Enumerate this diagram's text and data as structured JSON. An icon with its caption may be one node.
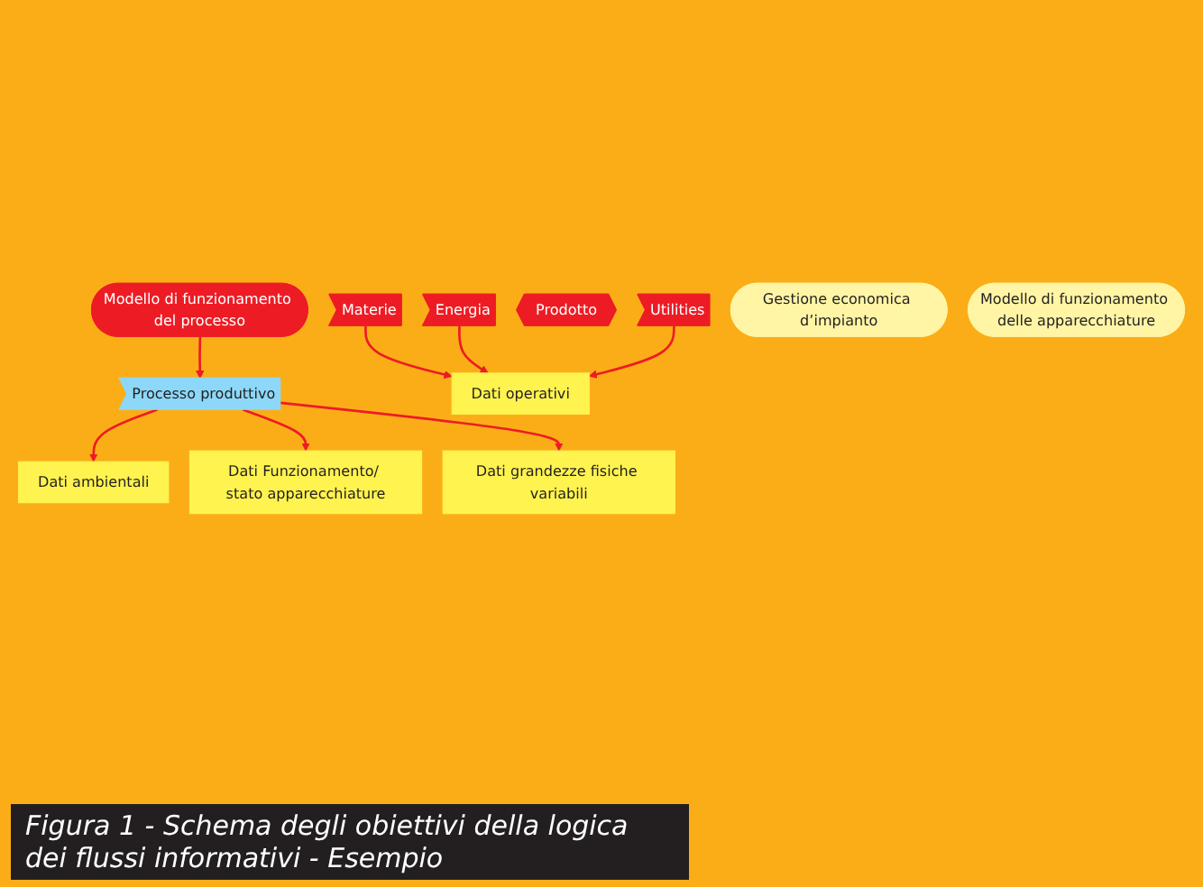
{
  "diagram": {
    "caption": "Figura 1 - Schema degli obiettivi della logica dei flussi informativi - Esempio",
    "nodes": [
      {
        "text": [
          "Materie"
        ]
      },
      {
        "text": [
          "Energia"
        ]
      },
      {
        "text": [
          "Utilities"
        ]
      },
      {
        "text": [
          "Processo produttivo"
        ]
      },
      {
        "text": [
          "Prodotto"
        ]
      },
      {
        "text": [
          "Dati operativi"
        ]
      },
      {
        "text": [
          "Dati ambientali"
        ]
      },
      {
        "text": [
          "Dati Funzionamento/ stato apparecchiature"
        ]
      },
      {
        "text": [
          "Dati grandezze fisiche variabili"
        ]
      },
      {
        "text": [
          "Modello di funzionamento del processo"
        ]
      },
      {
        "text": [
          "Gestione economica d’impianto"
        ]
      },
      {
        "text": [
          "Modello di funzionamento delle apparecchiature"
        ]
      }
    ],
    "edges": [
      {
        "from": 0,
        "to": 5,
        "arrow": "to"
      },
      {
        "from": 1,
        "to": 5,
        "arrow": "to"
      },
      {
        "from": 2,
        "to": 5,
        "arrow": "to"
      },
      {
        "from": 3,
        "to": 6,
        "arrow": "to"
      },
      {
        "from": 3,
        "to": 7,
        "arrow": "to"
      },
      {
        "from": 3,
        "to": 8,
        "arrow": "to"
      },
      {
        "from": 9,
        "to": 3,
        "arrow": "to"
      }
    ]
  }
}
